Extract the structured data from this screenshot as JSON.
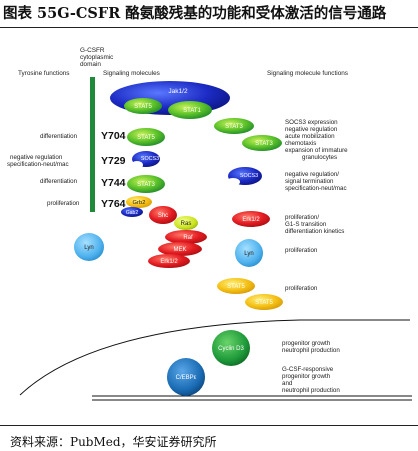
{
  "title": "图表 55G-CSFR 酪氨酸残基的功能和受体激活的信号通路",
  "source": "资料来源：PubMed，华安证券研究所",
  "headers": {
    "receptor_line1": "G-CSFR",
    "receptor_line2": "cytoplasmic",
    "receptor_line3": "domain",
    "tyrosine_functions": "Tyrosine functions",
    "signaling_molecules": "Signaling molecules",
    "signaling_molecule_functions": "Signaling molecule functions"
  },
  "tyrosines": {
    "y704": "Y704",
    "y729": "Y729",
    "y744": "Y744",
    "y764": "Y764"
  },
  "tyr_functions": {
    "differentiation_1": "differentiation",
    "negreg_line1": "negative regulation",
    "negreg_line2": "specification-neut/mac",
    "differentiation_2": "differentiation",
    "proliferation": "proliferation"
  },
  "molecules": {
    "jak": "Jak1/2",
    "stat5": "STAT5",
    "stat1": "STAT1",
    "stat3": "STAT3",
    "socs3": "SOCS3",
    "grb2": "Grb2",
    "gab2": "Gab2",
    "shc": "Shc",
    "ras": "Ras",
    "raf": "Raf",
    "mek": "MEK",
    "erk": "Erk1/2",
    "lyn": "Lyn",
    "cyclin": "Cyclin D3",
    "cebp": "C/EBPε"
  },
  "right_functions": {
    "f1_l1": "SOCS3 expression",
    "f1_l2": "negative regulation",
    "f1_l3": "acute mobilization",
    "f1_l4": "chemotaxis",
    "f1_l5": "expansion of immature",
    "f1_l6": "granulocytes",
    "f2_l1": "negative regulation/",
    "f2_l2": "signal termination",
    "f2_l3": "specification-neut/mac",
    "f3_l1": "proliferation/",
    "f3_l2": "G1-S transition",
    "f3_l3": "differentiation kinetics",
    "f4": "proliferation",
    "f5": "proliferation",
    "f6_l1": "progenitor growth",
    "f6_l2": "neutrophil production",
    "f7_l1": "G-CSF-responsive",
    "f7_l2": "progenitor growth",
    "f7_l3": "and",
    "f7_l4": "neutrophil production"
  },
  "colors": {
    "receptor_bar": "#1e8a3a",
    "jak": "#1a24a8",
    "stat": "#7ed321",
    "stat_inner": "#2aa04a",
    "socs": "#2d2fd0",
    "erk_path": "#e8202a",
    "ras": "#c7e51e",
    "lyn": "#55b8f0",
    "stat5_nuc": "#f6c01a",
    "cyclin": "#1f9a3c",
    "cebp": "#1a70b8"
  }
}
